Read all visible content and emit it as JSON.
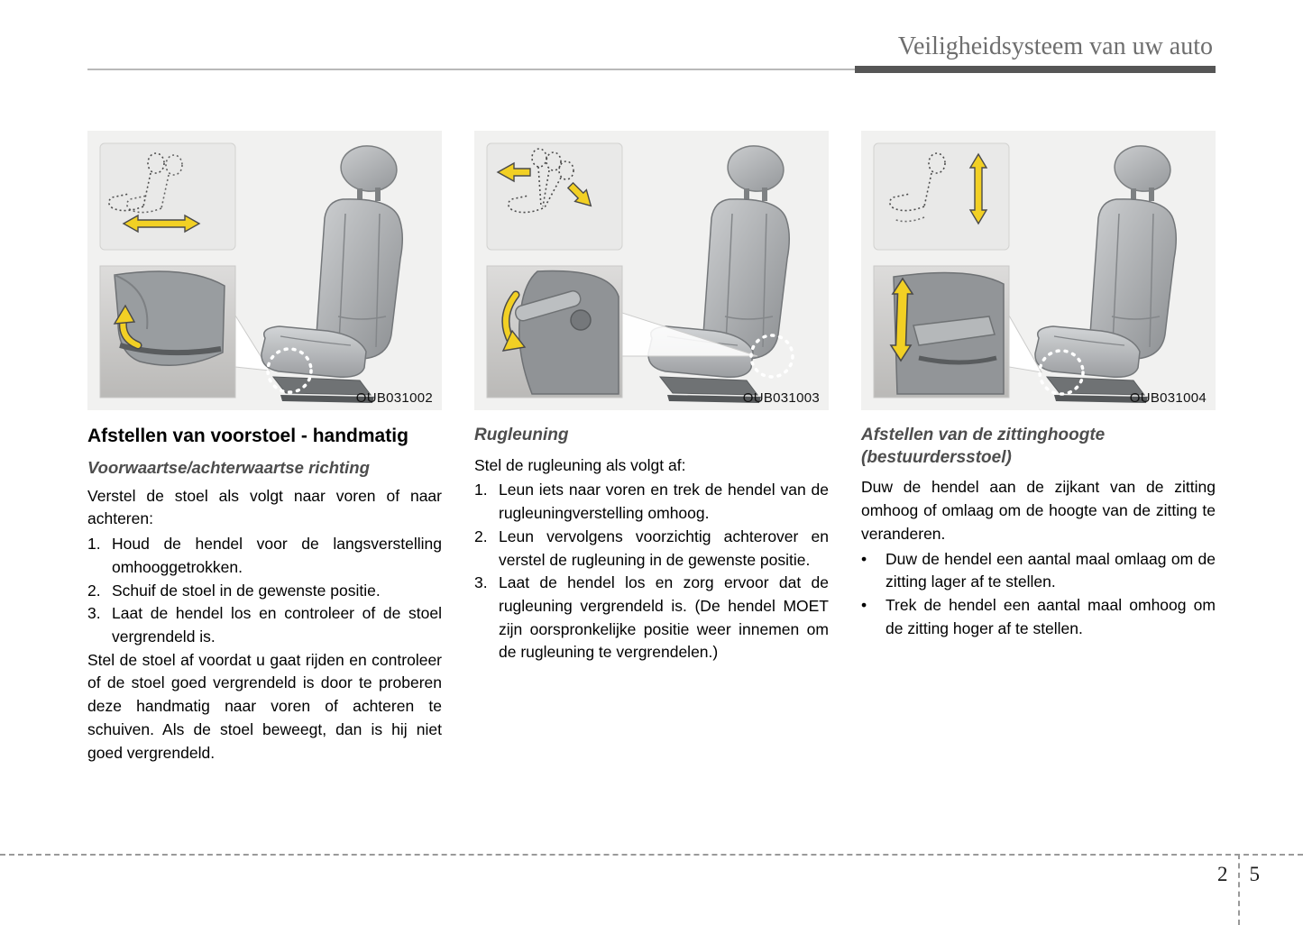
{
  "header": {
    "title": "Veiligheidsysteem van uw auto"
  },
  "footer": {
    "chapter": "2",
    "page": "5"
  },
  "colors": {
    "arrow_yellow": "#f2d024",
    "panel_background": "#f1f1f0",
    "header_text": "#6e6e6e",
    "header_bar": "#565656"
  },
  "columns": [
    {
      "figure": {
        "code": "OUB031002"
      },
      "heading": "Afstellen van voorstoel - handmatig",
      "subheading": "Voorwaartse/achterwaartse richting",
      "intro": "Verstel de stoel als volgt naar voren of naar achteren:",
      "steps": [
        {
          "marker": "1.",
          "text": "Houd de hendel voor de langsverstelling omhooggetrokken."
        },
        {
          "marker": "2.",
          "text": "Schuif de stoel in de gewenste positie."
        },
        {
          "marker": "3.",
          "text": "Laat de hendel los en controleer of de stoel vergrendeld is."
        }
      ],
      "outro": "Stel de stoel af voordat u gaat rijden en controleer of de stoel goed vergrendeld is door te proberen deze handmatig naar voren of achteren te schuiven. Als de stoel beweegt, dan is hij niet goed vergrendeld."
    },
    {
      "figure": {
        "code": "OUB031003"
      },
      "heading": "Rugleuning",
      "intro": "Stel de rugleuning als volgt af:",
      "steps": [
        {
          "marker": "1.",
          "text": "Leun iets naar voren en trek de hendel van de rugleuningverstelling omhoog."
        },
        {
          "marker": "2.",
          "text": "Leun vervolgens voorzichtig achterover en verstel de rugleuning in de gewenste positie."
        },
        {
          "marker": "3.",
          "text": "Laat de hendel los en zorg ervoor dat de rugleuning vergrendeld is. (De hendel MOET zijn oorspronkelijke positie weer innemen om de rugleuning te vergrendelen.)"
        }
      ]
    },
    {
      "figure": {
        "code": "OUB031004"
      },
      "heading": "Afstellen van de zittinghoogte (bestuurdersstoel)",
      "intro": "Duw de hendel aan de zijkant van de zitting omhoog of omlaag om de hoogte van de zitting te veranderen.",
      "bullets": [
        {
          "marker": "•",
          "text": "Duw de hendel een aantal maal omlaag om de zitting lager af te stellen."
        },
        {
          "marker": "•",
          "text": "Trek de hendel een aantal maal omhoog om de zitting hoger af te stellen."
        }
      ]
    }
  ]
}
